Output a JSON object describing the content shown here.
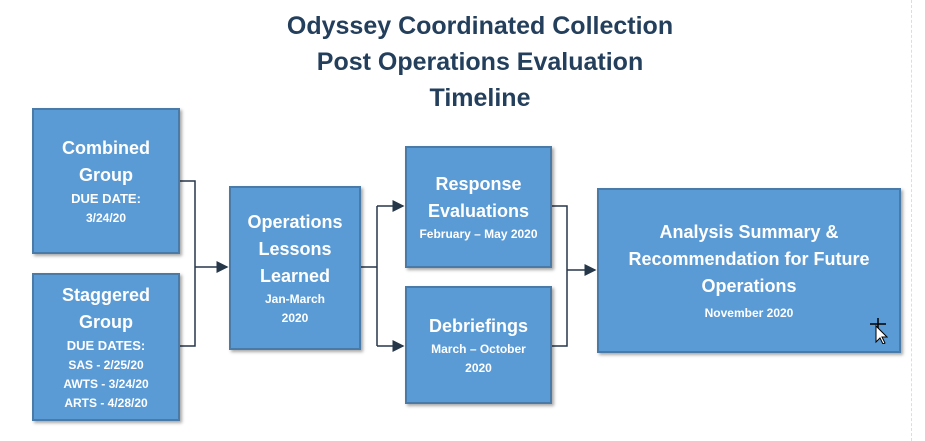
{
  "title": [
    "Odyssey Coordinated Collection",
    "Post Operations Evaluation",
    "Timeline"
  ],
  "boxes": {
    "combined": {
      "heading": [
        "Combined",
        "Group"
      ],
      "details": [
        "DUE DATE:",
        "3/24/20"
      ]
    },
    "staggered": {
      "heading": [
        "Staggered",
        "Group"
      ],
      "details": [
        "DUE DATES:",
        "SAS - 2/25/20",
        "AWTS - 3/24/20",
        "ARTS - 4/28/20"
      ]
    },
    "lessons": {
      "heading": [
        "Operations",
        "Lessons",
        "Learned"
      ],
      "details": [
        "Jan-March",
        "2020"
      ]
    },
    "response": {
      "heading": [
        "Response",
        "Evaluations"
      ],
      "details": [
        "February – May 2020"
      ]
    },
    "debriefings": {
      "heading": [
        "Debriefings"
      ],
      "details": [
        "March – October",
        "2020"
      ]
    },
    "analysis": {
      "heading": [
        "Analysis Summary &",
        "Recommendation for Future",
        "Operations"
      ],
      "details": [
        "November 2020"
      ]
    }
  },
  "colors": {
    "box": "#5b9bd5",
    "title": "#243f5c",
    "connector": "#26374a"
  }
}
